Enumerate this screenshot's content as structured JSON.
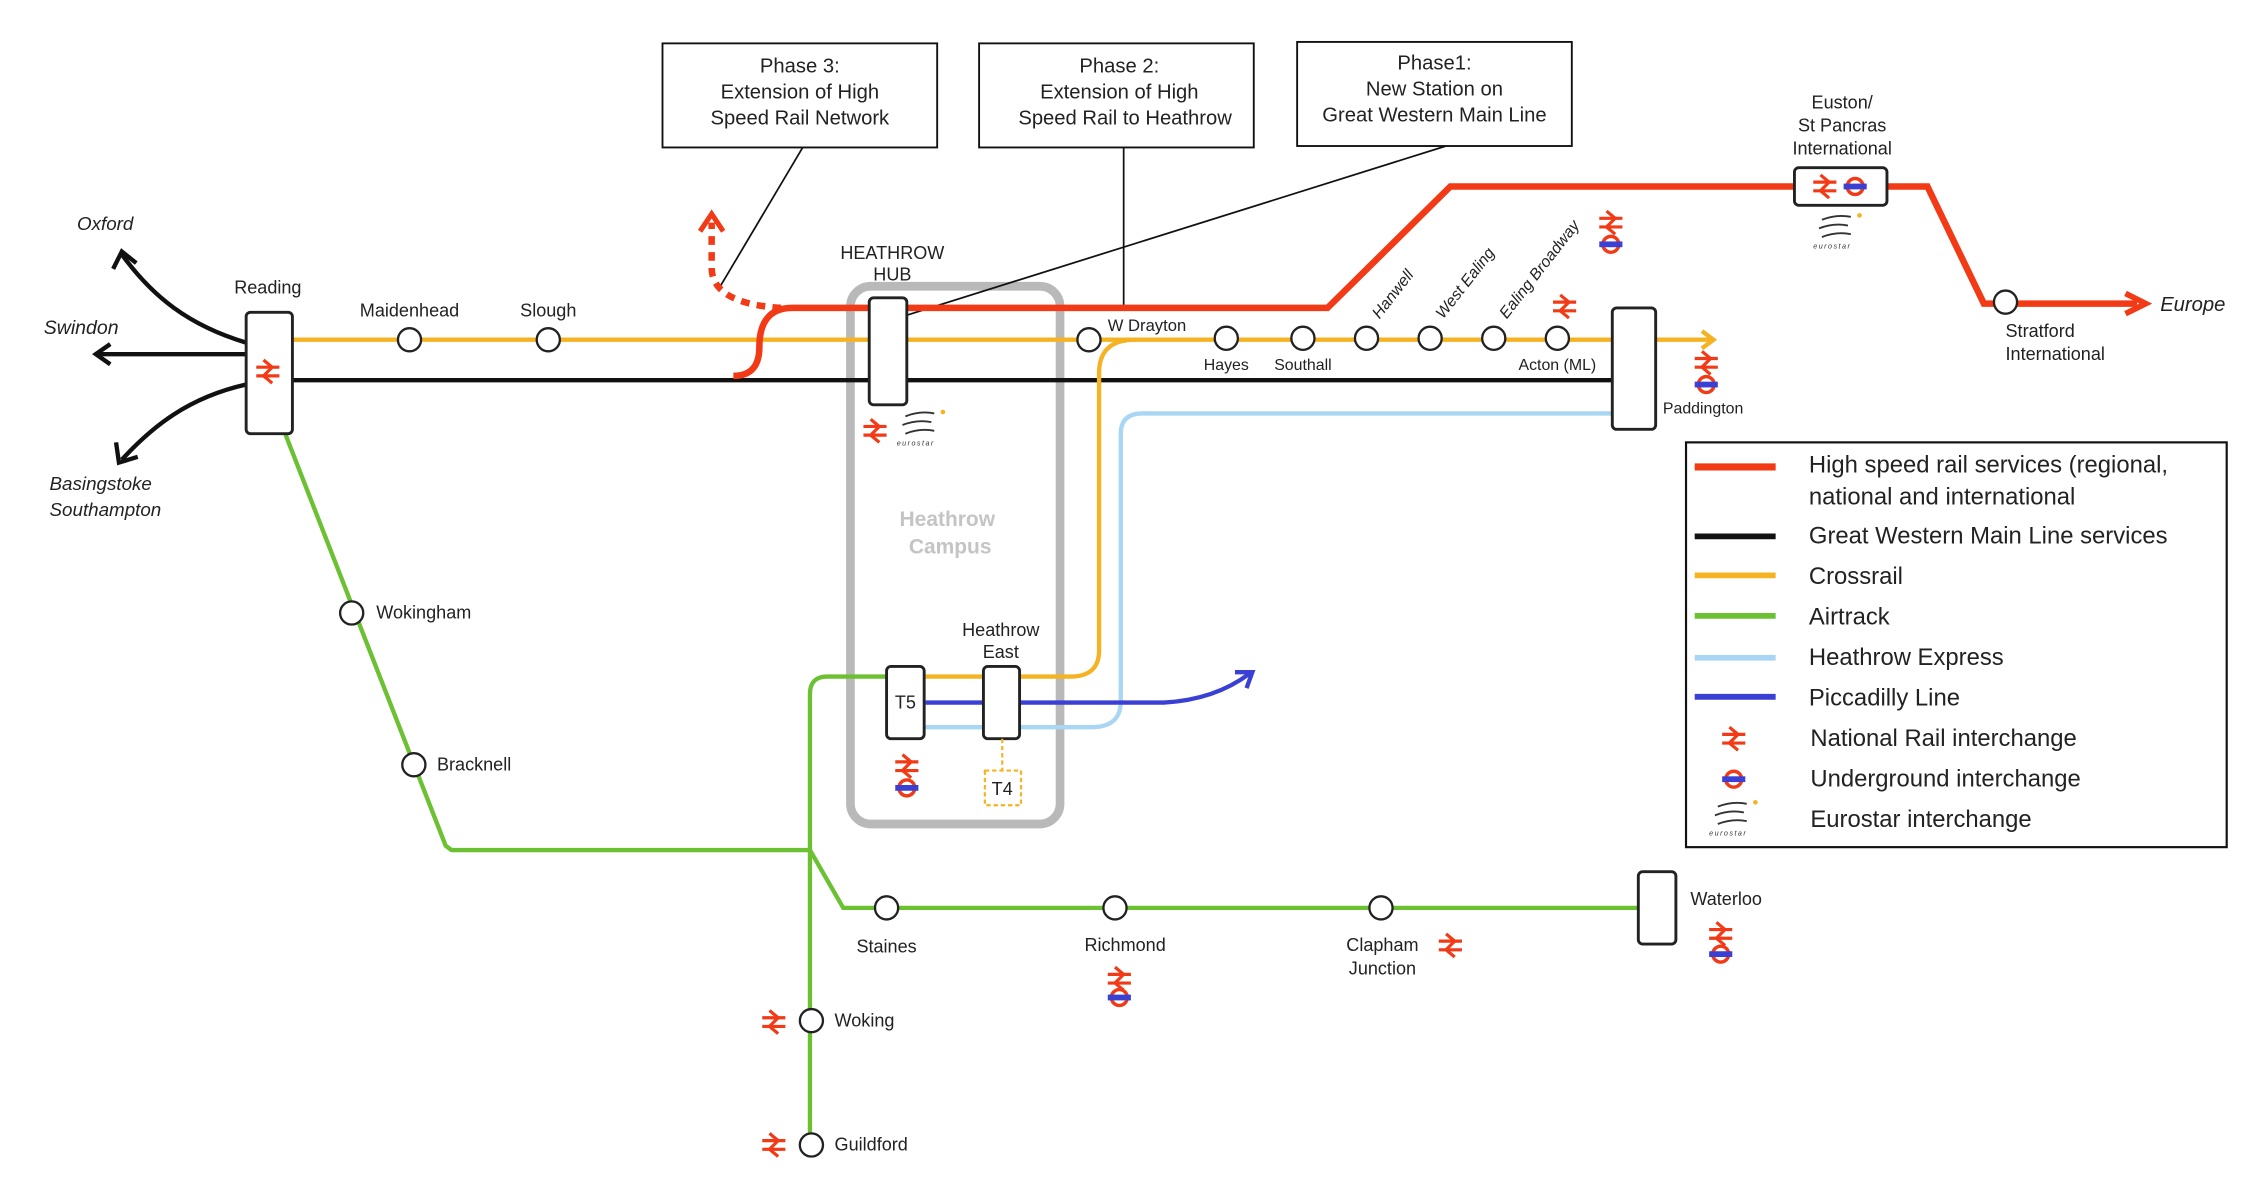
{
  "colors": {
    "high_speed": "#f23a16",
    "gwml": "#111111",
    "crossrail": "#f5b323",
    "airtrack": "#6cc133",
    "heathrow_express": "#a9d6f2",
    "piccadilly": "#3b40d4",
    "campus": "#b9b9b9"
  },
  "callouts": {
    "phase3": [
      "Phase 3:",
      "Extension of High",
      "Speed Rail Network"
    ],
    "phase2": [
      "Phase 2:",
      "Extension of High",
      "Speed Rail to Heathrow"
    ],
    "phase1": [
      "Phase1:",
      "New Station on",
      "Great Western Main Line"
    ]
  },
  "destinations": {
    "oxford": "Oxford",
    "swindon": "Swindon",
    "basingstoke": [
      "Basingstoke",
      "Southampton"
    ],
    "europe": "Europe"
  },
  "stations": {
    "reading": "Reading",
    "maidenhead": "Maidenhead",
    "slough": "Slough",
    "heathrow_hub": [
      "HEATHROW",
      "HUB"
    ],
    "w_drayton": "W Drayton",
    "hayes": "Hayes",
    "southall": "Southall",
    "hanwell": "Hanwell",
    "west_ealing": "West Ealing",
    "ealing_broadway": "Ealing Broadway",
    "acton": "Acton (ML)",
    "paddington": "Paddington",
    "euston": [
      "Euston/",
      "St Pancras",
      "International"
    ],
    "stratford": [
      "Stratford",
      "International"
    ],
    "heathrow_east": [
      "Heathrow",
      "East"
    ],
    "t5": "T5",
    "t4": "T4",
    "wokingham": "Wokingham",
    "bracknell": "Bracknell",
    "staines": "Staines",
    "richmond": "Richmond",
    "clapham": [
      "Clapham",
      "Junction"
    ],
    "waterloo": "Waterloo",
    "woking": "Woking",
    "guildford": "Guildford"
  },
  "campus_label": [
    "Heathrow",
    "Campus"
  ],
  "eurostar_logo_text": "eurostar",
  "legend": {
    "items": [
      {
        "label": [
          "High speed rail services (regional,",
          "national and international"
        ],
        "symbol": "line",
        "color": "#f23a16"
      },
      {
        "label": [
          "Great Western Main Line services"
        ],
        "symbol": "line",
        "color": "#111111"
      },
      {
        "label": [
          "Crossrail"
        ],
        "symbol": "line",
        "color": "#f5b323"
      },
      {
        "label": [
          "Airtrack"
        ],
        "symbol": "line",
        "color": "#6cc133"
      },
      {
        "label": [
          "Heathrow Express"
        ],
        "symbol": "line",
        "color": "#a9d6f2"
      },
      {
        "label": [
          "Piccadilly Line"
        ],
        "symbol": "line",
        "color": "#3b40d4"
      },
      {
        "label": [
          "National Rail interchange"
        ],
        "symbol": "national-rail-icon"
      },
      {
        "label": [
          "Underground interchange"
        ],
        "symbol": "underground-icon"
      },
      {
        "label": [
          "Eurostar interchange"
        ],
        "symbol": "eurostar-icon"
      }
    ]
  }
}
